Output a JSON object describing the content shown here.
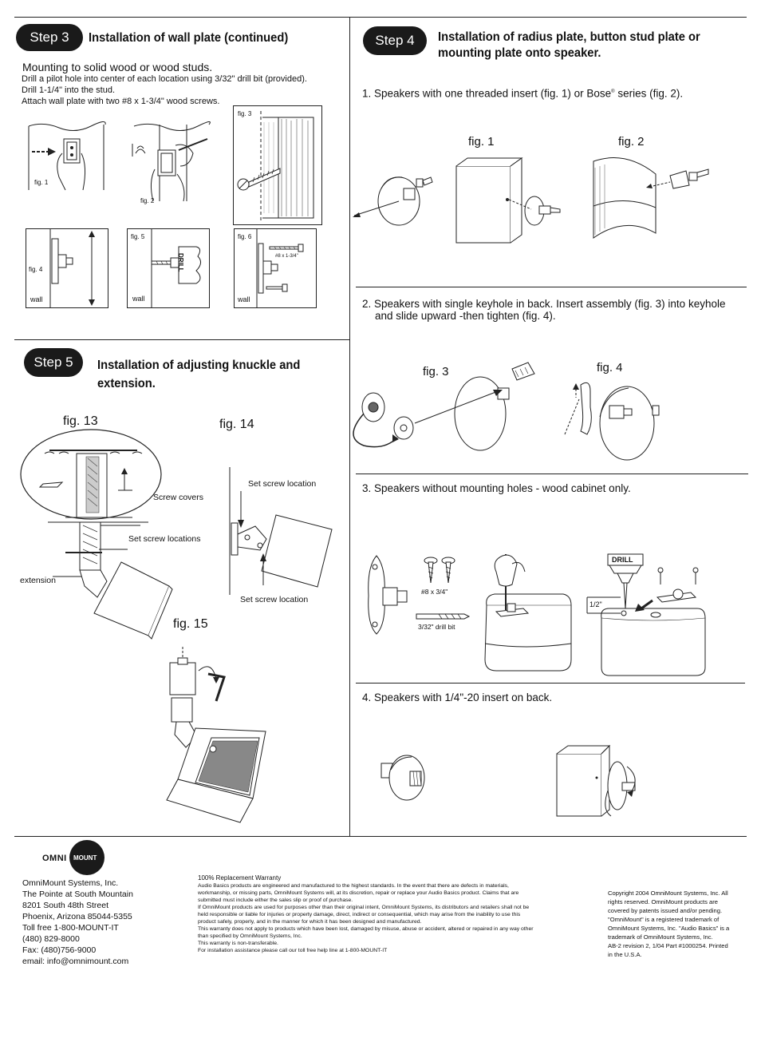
{
  "step3": {
    "badge": "Step 3",
    "title": "Installation of wall plate (continued)",
    "subtitle": "Mounting to solid wood or wood studs.",
    "instructions": [
      "Drill a pilot hole into center of each location using 3/32\" drill bit (provided).",
      "Drill 1-1/4\" into the stud.",
      "Attach wall plate with two #8 x 1-3/4\" wood screws."
    ],
    "fig1": "fig. 1",
    "fig2": "fig. 2",
    "fig3": "fig. 3",
    "fig4": "fig. 4",
    "fig5": "fig. 5",
    "fig6": "fig. 6",
    "wall": "wall",
    "drill": "DRILL",
    "screw_size": "#8 x 1-3/4\""
  },
  "step4": {
    "badge": "Step 4",
    "title": "Installation of radius plate, button stud plate or mounting plate onto speaker.",
    "item1_pre": "1.  Speakers with one threaded insert (fig. 1) or Bose",
    "item1_reg": "®",
    "item1_post": " series (fig. 2).",
    "item2": "2.  Speakers with single keyhole in back.  Insert assembly (fig. 3) into keyhole and slide upward -then tighten (fig. 4).",
    "item3": "3. Speakers without mounting holes - wood cabinet only.",
    "item4": "4. Speakers with 1/4\"-20 insert on back.",
    "fig1": "fig. 1",
    "fig2": "fig. 2",
    "fig3": "fig. 3",
    "fig4": "fig. 4",
    "screw_label": "#8 x 3/4\"",
    "bit_label": "3/32\" drill bit",
    "drill": "DRILL",
    "depth": "1/2\""
  },
  "step5": {
    "badge": "Step 5",
    "title": "Installation of adjusting knuckle and extension.",
    "fig13": "fig. 13",
    "fig14": "fig. 14",
    "fig15": "fig. 15",
    "screw_covers": "Screw covers",
    "set_screw_locations": "Set screw locations",
    "extension": "extension",
    "set_screw_location_top": "Set screw location",
    "set_screw_location_bottom": "Set screw location"
  },
  "footer": {
    "logo_omni": "OMNI",
    "logo_mount": "MOUNT",
    "address": [
      "OmniMount Systems, Inc.",
      "The Pointe at South Mountain",
      "8201 South 48th Street",
      "Phoenix, Arizona   85044-5355",
      "Toll free 1-800-MOUNT-IT",
      "(480) 829-8000",
      "Fax: (480)756-9000",
      "email: info@omnimount.com"
    ],
    "warranty_title": "100% Replacement Warranty",
    "warranty_lines": [
      "Audio Basics products are engineered and manufactured to the highest standards.  In the event that there are defects in materials,",
      "workmanship, or missing parts, OmniMount Systems will, at its discretion, repair or replace your Audio Basics product.  Claims that are",
      "submitted must include either the sales slip or proof of purchase.",
      "If OmniMount products are used for purposes other than their original intent, OmniMount Systems, its distributors and retailers shall not be",
      "held responsible or liable for injuries or property damage, direct, indirect or consequential, which may arise from the inability to use this",
      "product safely, properly, and in the manner for which it has been designed and manufactured.",
      "This warranty does not apply to products which have been lost, damaged by misuse, abuse or accident, altered or repaired in any way other",
      "than specified by OmniMount Systems, Inc.",
      "This warranty is non-transferable.",
      "For installation assistance please call our toll free help line at 1-800-MOUNT-IT"
    ],
    "copyright_lines": [
      "Copyright 2004 OmniMount Systems, Inc. All",
      "rights reserved. OmniMount products are",
      "covered by patents issued and/or pending.",
      "\"OmniMount\" is a registered trademark of",
      "OmniMount Systems, Inc. \"Audio Basics\" is a",
      "trademark of OmniMount Systems, Inc.",
      "AB-2 revision 2, 1/04 Part #1000254.  Printed",
      "in the U.S.A."
    ]
  }
}
